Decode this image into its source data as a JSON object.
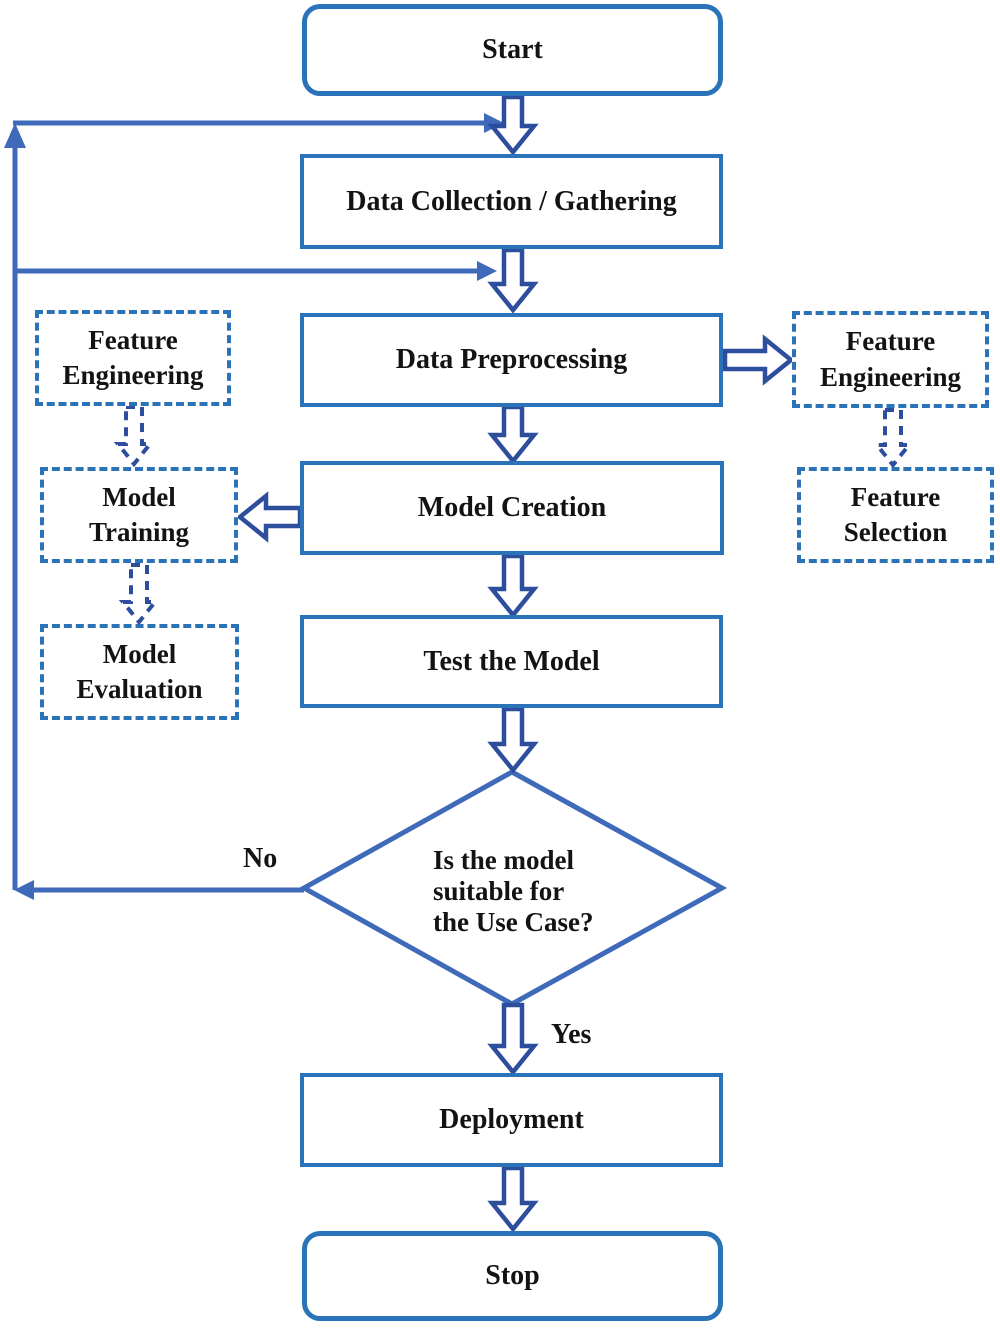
{
  "palette": {
    "box_border": "#2b73b8",
    "arrow_outline": "#2d4d9d",
    "connector": "#3e6ab9",
    "text": "#131313",
    "background": "#ffffff"
  },
  "nodes": {
    "start": "Start",
    "data_collection": "Data Collection / Gathering",
    "data_preprocessing": "Data Preprocessing",
    "model_creation": "Model Creation",
    "test_model": "Test the Model",
    "deployment": "Deployment",
    "stop": "Stop",
    "feature_engineering_left": "Feature Engineering",
    "model_training": "Model Training",
    "model_evaluation": "Model Evaluation",
    "feature_engineering_right": "Feature Engineering",
    "feature_selection": "Feature Selection"
  },
  "decision": {
    "line1": "Is the model",
    "line2": "suitable for",
    "line3": "the Use Case?"
  },
  "branch_labels": {
    "no": "No",
    "yes": "Yes"
  }
}
